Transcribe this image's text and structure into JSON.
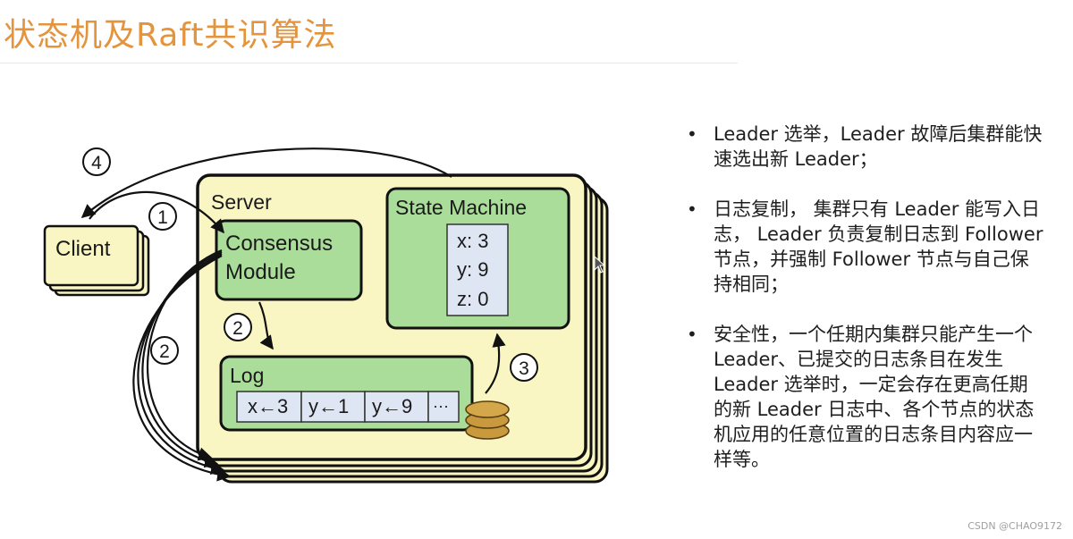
{
  "page": {
    "title": "状态机及Raft共识算法",
    "watermark": "CSDN @CHAO9172"
  },
  "diagram": {
    "client_label": "Client",
    "server_label": "Server",
    "consensus_line1": "Consensus",
    "consensus_line2": "Module",
    "state_machine_label": "State Machine",
    "state_values": [
      "x: 3",
      "y: 9",
      "z: 0"
    ],
    "log_label": "Log",
    "log_entries": [
      "x←3",
      "y←1",
      "y←9",
      "···"
    ],
    "step_markers": [
      "4",
      "1",
      "2",
      "2",
      "3"
    ],
    "colors": {
      "server_fill": "#f9f6c4",
      "module_fill": "#a9dd99",
      "entry_fill": "#dfe6f3",
      "disk_fill": "#c99a3d"
    }
  },
  "bullets": [
    "Leader 选举，Leader 故障后集群能快速选出新 Leader；",
    "日志复制， 集群只有 Leader 能写入日志， Leader 负责复制日志到 Follower 节点，并强制 Follower 节点与自己保持相同；",
    "安全性，一个任期内集群只能产生一个 Leader、已提交的日志条目在发生 Leader 选举时，一定会存在更高任期的新 Leader 日志中、各个节点的状态机应用的任意位置的日志条目内容应一样等。"
  ]
}
